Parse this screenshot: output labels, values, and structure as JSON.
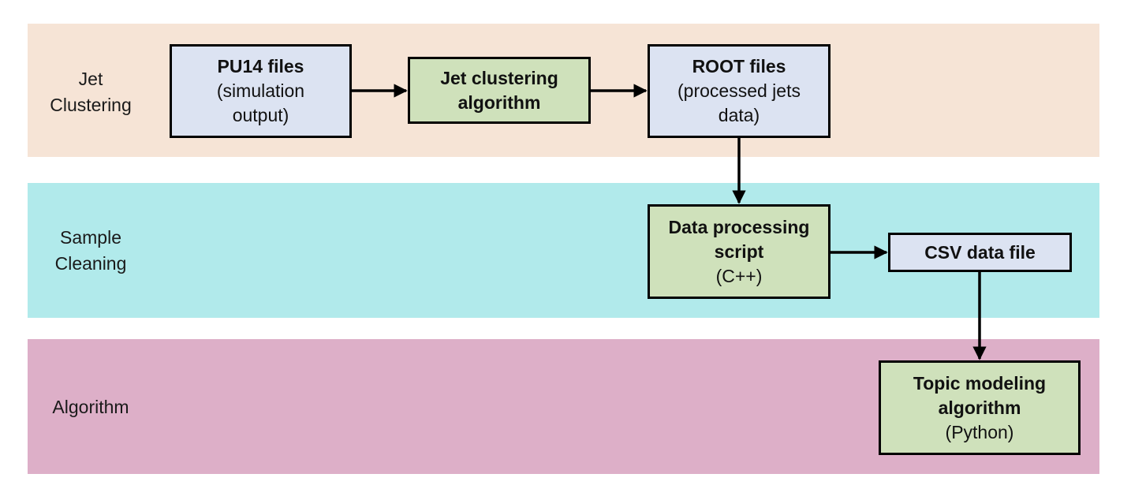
{
  "colors": {
    "band_jet": "#F6E4D6",
    "band_sample": "#B1EAEB",
    "band_algorithm": "#DDAFC8",
    "node_file": "#DCE3F2",
    "node_process": "#CFE1BB",
    "edge": "#000000"
  },
  "bands": {
    "jet": {
      "label_line1": "Jet",
      "label_line2": "Clustering"
    },
    "sample": {
      "label_line1": "Sample",
      "label_line2": "Cleaning"
    },
    "algorithm": {
      "label": "Algorithm"
    }
  },
  "nodes": {
    "pu14": {
      "title": "PU14 files",
      "line2": "(simulation",
      "line3": "output)"
    },
    "jet_clustering": {
      "title1": "Jet clustering",
      "title2": "algorithm"
    },
    "root": {
      "title": "ROOT files",
      "line2": "(processed jets",
      "line3": "data)"
    },
    "data_processing": {
      "title1": "Data processing",
      "title2": "script",
      "line3": "(C++)"
    },
    "csv": {
      "title": "CSV data file"
    },
    "topic_modeling": {
      "title1": "Topic modeling",
      "title2": "algorithm",
      "line3": "(Python)"
    }
  },
  "edges": [
    {
      "from": "pu14",
      "to": "jet_clustering"
    },
    {
      "from": "jet_clustering",
      "to": "root"
    },
    {
      "from": "root",
      "to": "data_processing"
    },
    {
      "from": "data_processing",
      "to": "csv"
    },
    {
      "from": "csv",
      "to": "topic_modeling"
    }
  ]
}
